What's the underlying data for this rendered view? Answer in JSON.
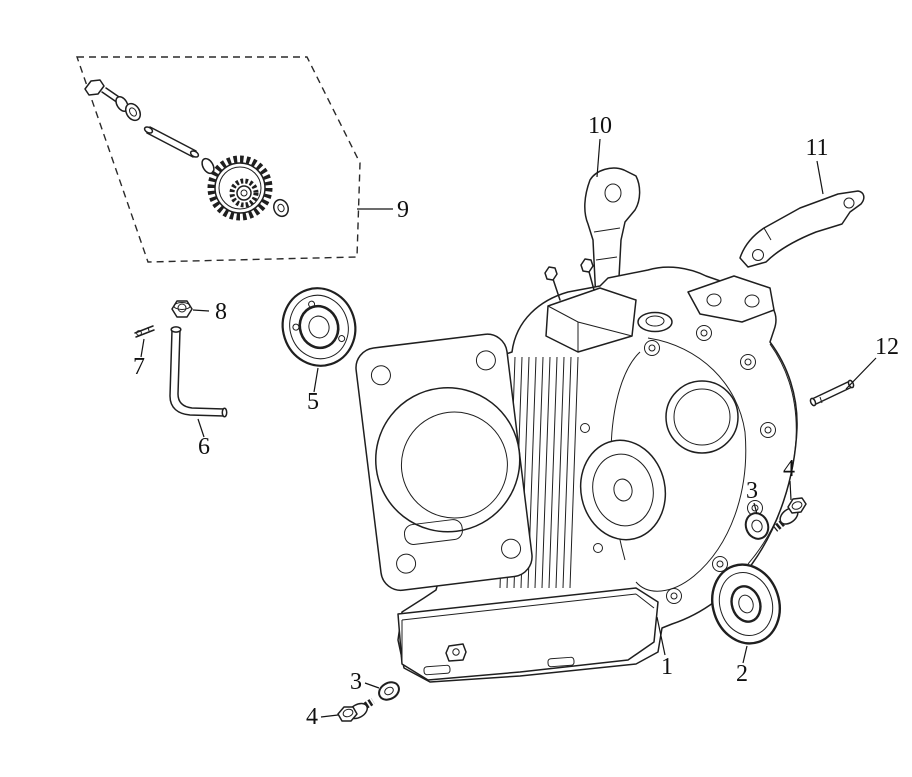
{
  "figure": {
    "background_color": "#ffffff",
    "line_color": "#1f1f1f",
    "label_color": "#101010"
  },
  "callouts": [
    {
      "part": 1,
      "label": "1",
      "instance": "crankcase-body"
    },
    {
      "part": 2,
      "label": "2",
      "instance": "oil-seal"
    },
    {
      "part": 3,
      "label": "3",
      "instance": "washer-right"
    },
    {
      "part": 4,
      "label": "4",
      "instance": "bolt-right"
    },
    {
      "part": 3,
      "label": "3",
      "instance": "washer-bottom"
    },
    {
      "part": 4,
      "label": "4",
      "instance": "bolt-bottom"
    },
    {
      "part": 5,
      "label": "5",
      "instance": "bearing"
    },
    {
      "part": 6,
      "label": "6",
      "instance": "tube"
    },
    {
      "part": 7,
      "label": "7",
      "instance": "clip"
    },
    {
      "part": 8,
      "label": "8",
      "instance": "nut"
    },
    {
      "part": 9,
      "label": "9",
      "instance": "camshaft-assembly"
    },
    {
      "part": 10,
      "label": "10",
      "instance": "bracket-upper"
    },
    {
      "part": 11,
      "label": "11",
      "instance": "bracket-right"
    },
    {
      "part": 12,
      "label": "12",
      "instance": "dowel-pin"
    }
  ]
}
